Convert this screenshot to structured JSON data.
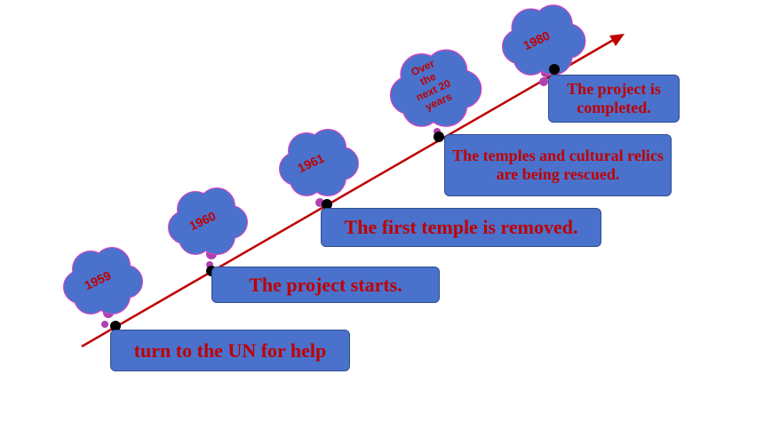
{
  "colors": {
    "line": "#c00000",
    "box_fill": "#4a72cc",
    "text": "#c00000",
    "cloud_fill": "#4a72cc",
    "cloud_border": "#e040c0",
    "dot": "#000000"
  },
  "events": [
    {
      "year": "1959",
      "text": "turn to the UN for help"
    },
    {
      "year": "1960",
      "text": "The project starts."
    },
    {
      "year": "1961",
      "text": "The first temple is removed."
    },
    {
      "year_lines": [
        "Over",
        "the",
        "next 20",
        "years"
      ],
      "text": "The temples and cultural relics are being rescued."
    },
    {
      "year": "1980",
      "text": "The project is completed."
    }
  ]
}
